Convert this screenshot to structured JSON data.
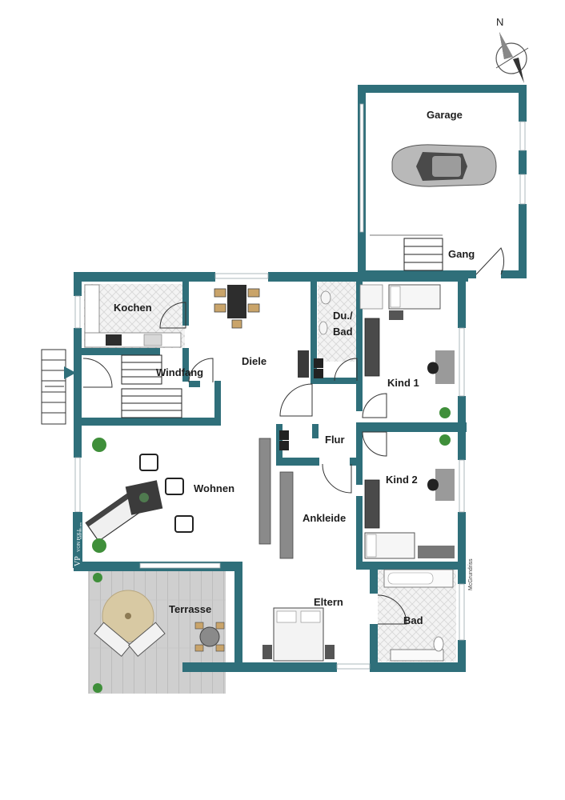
{
  "compass": {
    "label": "N"
  },
  "rooms": [
    {
      "id": "garage",
      "label": "Garage"
    },
    {
      "id": "gang",
      "label": "Gang"
    },
    {
      "id": "kochen",
      "label": "Kochen"
    },
    {
      "id": "diele",
      "label": "Diele"
    },
    {
      "id": "du-bad-1",
      "label": "Du./"
    },
    {
      "id": "du-bad-2",
      "label": "Bad"
    },
    {
      "id": "windfang",
      "label": "Windfang"
    },
    {
      "id": "kind1",
      "label": "Kind 1"
    },
    {
      "id": "flur",
      "label": "Flur"
    },
    {
      "id": "kind2",
      "label": "Kind 2"
    },
    {
      "id": "wohnen",
      "label": "Wohnen"
    },
    {
      "id": "ankleide",
      "label": "Ankleide"
    },
    {
      "id": "eltern",
      "label": "Eltern"
    },
    {
      "id": "terrasse",
      "label": "Terrasse"
    },
    {
      "id": "bad",
      "label": "Bad"
    }
  ],
  "branding": {
    "logo_letters": "VP",
    "logo_name": "VON POLL",
    "logo_sub": "IMMOBILIEN",
    "credit": "McGrundriss"
  },
  "colors": {
    "wall": "#2f6f7a",
    "floor": "#ffffff",
    "tile": "#e7e7e7",
    "terrace": "#c9c9c9",
    "furniture": "#3b3b3b",
    "plant": "#3f8f3a"
  }
}
